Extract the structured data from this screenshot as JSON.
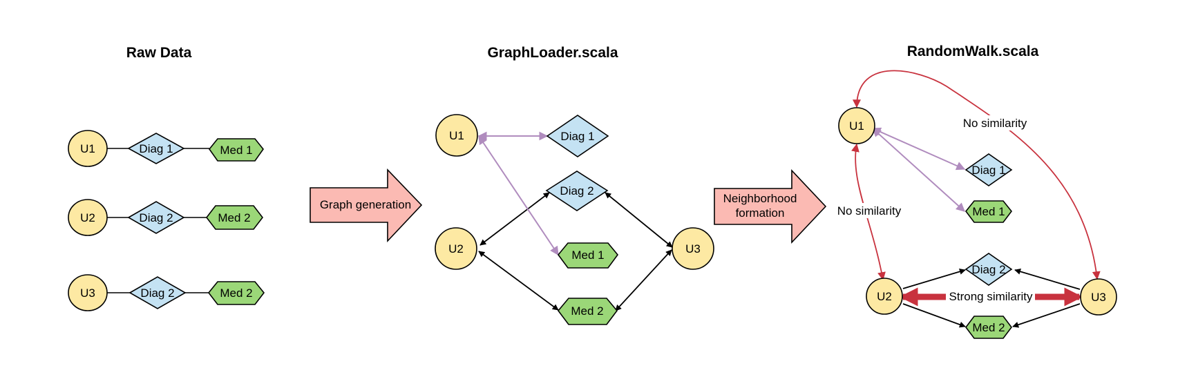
{
  "titles": {
    "raw": "Raw Data",
    "loader": "GraphLoader.scala",
    "walk": "RandomWalk.scala"
  },
  "raw_data": {
    "rows": [
      {
        "user": "U1",
        "diag": "Diag 1",
        "med": "Med 1"
      },
      {
        "user": "U2",
        "diag": "Diag 2",
        "med": "Med 2"
      },
      {
        "user": "U3",
        "diag": "Diag 2",
        "med": "Med 2"
      }
    ]
  },
  "steps": {
    "graph_generation": "Graph generation",
    "neighborhood_line1": "Neighborhood",
    "neighborhood_line2": "formation"
  },
  "loader_graph": {
    "u1": "U1",
    "u2": "U2",
    "u3": "U3",
    "diag1": "Diag 1",
    "diag2": "Diag 2",
    "med1": "Med 1",
    "med2": "Med 2"
  },
  "walk_graph": {
    "u1": "U1",
    "u2": "U2",
    "u3": "U3",
    "diag1": "Diag 1",
    "diag2": "Diag 2",
    "med1": "Med 1",
    "med2": "Med 2",
    "no_similarity_top": "No similarity",
    "no_similarity_left": "No similarity",
    "strong_similarity": "Strong similarity"
  },
  "colors": {
    "user_fill": "#fde9a3",
    "diag_fill": "#c4e2f3",
    "med_fill": "#9bd778",
    "step_arrow_fill": "#fbbab3",
    "purple_edge": "#b08cbe",
    "red_edge": "#c8323e"
  }
}
